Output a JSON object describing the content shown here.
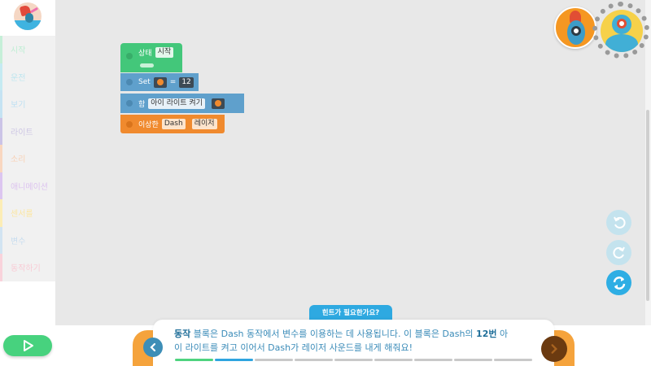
{
  "sidebar": {
    "avatar": "diver-character-avatar",
    "categories": [
      {
        "label": "시작",
        "color": "#bfeed4",
        "border": "#c6efd8"
      },
      {
        "label": "운전",
        "color": "#bfe6ef",
        "border": "#c5eaf2"
      },
      {
        "label": "보기",
        "color": "#bfe0f2",
        "border": "#c5e3f3"
      },
      {
        "label": "라이트",
        "color": "#cdc6e4",
        "border": "#cbc4e7"
      },
      {
        "label": "소리",
        "color": "#f8d1b6",
        "border": "#f9d7c0"
      },
      {
        "label": "애니메이션",
        "color": "#dcc3ef",
        "border": "#dcc6f0"
      },
      {
        "label": "센서를",
        "color": "#fbe6a4",
        "border": "#fcedb6"
      },
      {
        "label": "변수",
        "color": "#c8ddef",
        "border": "#d2e4f2"
      },
      {
        "label": "동작하기",
        "color": "#f8cbd5",
        "border": "#f9d3db"
      }
    ],
    "run_button": "play-icon"
  },
  "blocks": {
    "start": {
      "label": "상태",
      "value": "시작"
    },
    "set": {
      "label": "Set",
      "op": "=",
      "value": "12"
    },
    "light": {
      "label": "함",
      "value": "아이 라이트 켜기"
    },
    "sound": {
      "label": "이상한",
      "value1": "Dash",
      "value2": "레이저"
    }
  },
  "robots": {
    "first": "cue-robot-avatar",
    "second": "dash-robot-avatar"
  },
  "controls": {
    "undo": "undo-icon",
    "redo": "redo-icon",
    "reset": "reset-icon"
  },
  "hint": {
    "button_label": "힌트가 필요한가요?",
    "line1_bold": "동작",
    "line1_text": " 블록은 Dash 동작에서 변수를 이용하는 데 사용됩니다. 이 블록은 Dash의 ",
    "line1_bold2": "12번",
    "line1_tail": " 아",
    "line2": "이 라이트를 켜고 이어서 Dash가 레이저 사운드를 내게 해줘요!",
    "progress": {
      "total": 9,
      "segments": [
        "#4fd37f",
        "#2fa5e0",
        "#c9c9c9",
        "#c9c9c9",
        "#c9c9c9",
        "#c9c9c9",
        "#c9c9c9",
        "#c9c9c9",
        "#c9c9c9"
      ]
    }
  },
  "colors": {
    "canvas": "#e8e8e8",
    "start_block": "#43c77a",
    "variable_block": "#5fa0cc",
    "sound_block": "#f08a2e",
    "accent": "#2ea9e1"
  }
}
